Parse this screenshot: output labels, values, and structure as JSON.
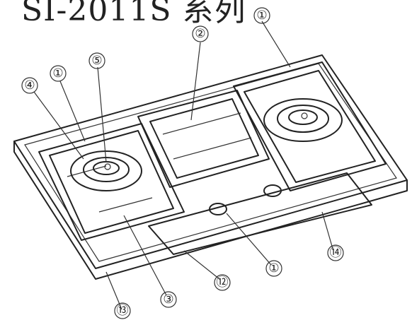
{
  "title": "SI-2011S 系列",
  "callouts": [
    {
      "label": "①",
      "target": "grate-right"
    },
    {
      "label": "②",
      "target": "grate-center"
    },
    {
      "label": "④",
      "target": "burner-left-ring"
    },
    {
      "label": "①",
      "target": "grate-left"
    },
    {
      "label": "⑤",
      "target": "burner-left-cap"
    },
    {
      "label": "③",
      "target": "burner-left-base"
    },
    {
      "label": "⑫",
      "target": "control-panel"
    },
    {
      "label": "①",
      "target": "knob"
    },
    {
      "label": "⑭",
      "target": "underside"
    },
    {
      "label": "⑬",
      "target": "frame-edge"
    }
  ]
}
